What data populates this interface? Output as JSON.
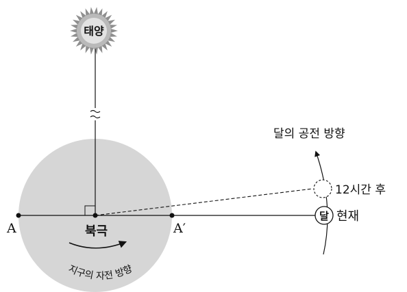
{
  "sun": {
    "label": "태양"
  },
  "earth": {
    "north_pole_label": "북극",
    "rotation_label": "지구의 자전 방향"
  },
  "points": {
    "a": "A",
    "a_prime": "A′"
  },
  "moon": {
    "label": "달",
    "now_label": "현재",
    "later_label": "12시간 후",
    "orbit_label": "달의 공전 방향"
  }
}
